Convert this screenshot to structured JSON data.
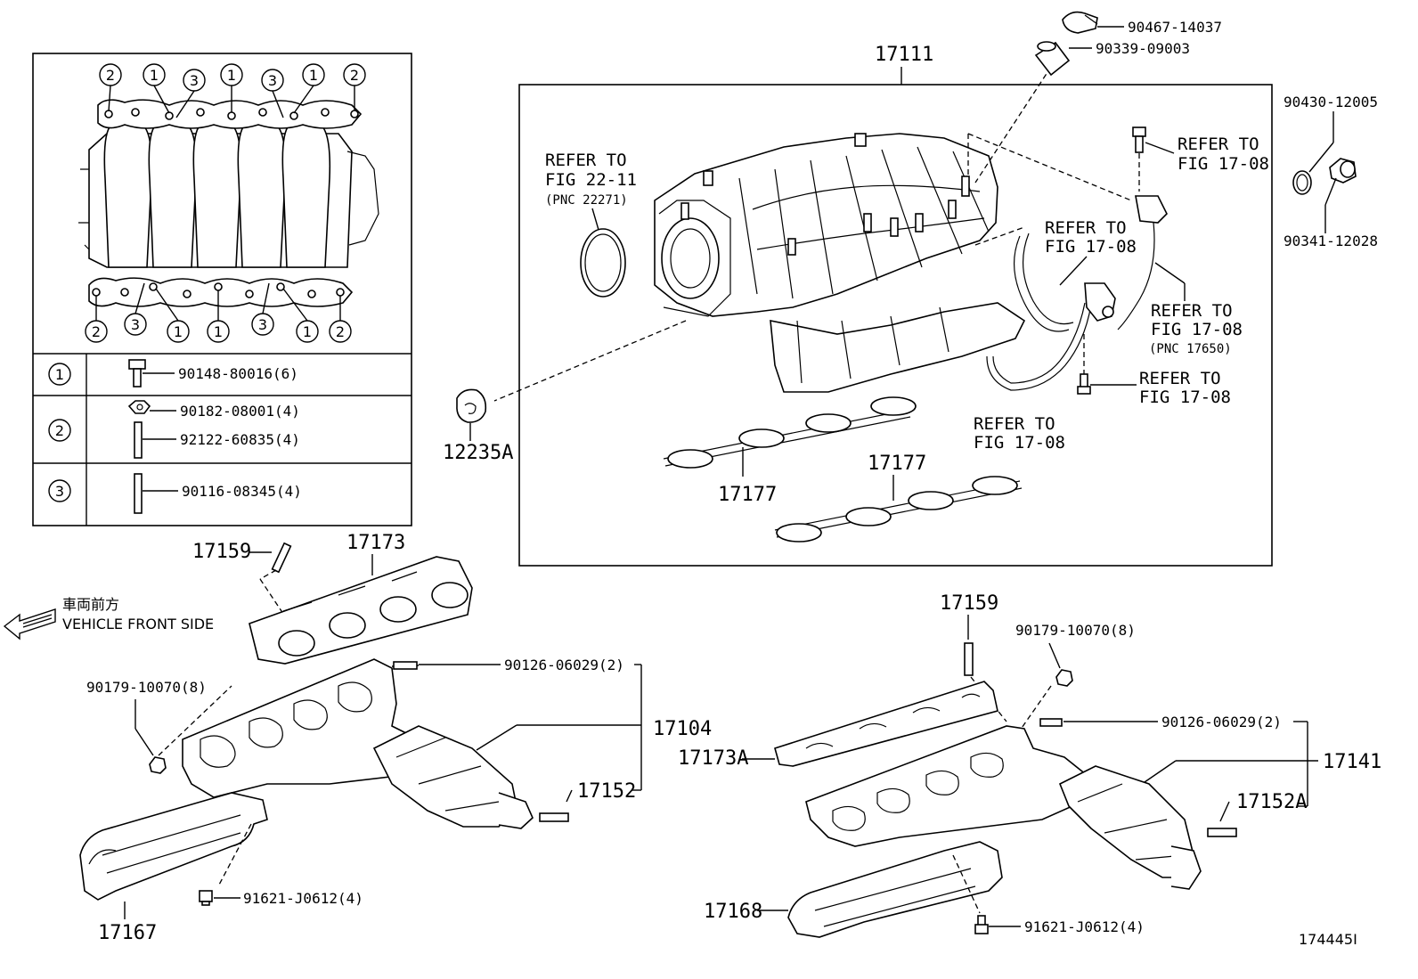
{
  "legend": {
    "rows": [
      {
        "num": "1",
        "parts": [
          "90148-80016(6)"
        ]
      },
      {
        "num": "2",
        "parts": [
          "90182-08001(4)",
          "92122-60835(4)"
        ]
      },
      {
        "num": "3",
        "parts": [
          "90116-08345(4)"
        ]
      }
    ],
    "top_callouts": [
      "2",
      "1",
      "3",
      "1",
      "3",
      "1",
      "2"
    ],
    "bottom_callouts": [
      "2",
      "3",
      "1",
      "1",
      "3",
      "1",
      "2"
    ]
  },
  "labels": {
    "intake_manifold": "17111",
    "hose_clamp": "90467-14037",
    "hose": "90339-09003",
    "gasket_12005": "90430-12005",
    "plug_12028": "90341-12028",
    "refer_a_1": "REFER TO",
    "refer_a_2": "FIG 22-11",
    "refer_a_3": "(PNC 22271)",
    "refer_b_1": "REFER TO",
    "refer_b_2": "FIG 17-08",
    "refer_c_1": "REFER TO",
    "refer_c_2": "FIG 17-08",
    "refer_d_1": "REFER TO",
    "refer_d_2": "FIG 17-08",
    "refer_d_3": "(PNC 17650)",
    "refer_e_1": "REFER TO",
    "refer_e_2": "FIG 17-08",
    "refer_f_1": "REFER TO",
    "refer_f_2": "FIG 17-08",
    "grommet": "12235A",
    "gasket_upper": "17177",
    "gasket_lower": "17177",
    "stud_left": "17159",
    "gasket_left": "17173",
    "front_jp": "車両前方",
    "front_en": "VEHICLE FRONT SIDE",
    "nut_left": "90179-10070(8)",
    "stud_small_left": "90126-06029(2)",
    "exhaust_left": "17104",
    "stud_17152": "17152",
    "heat_ins_left": "17167",
    "bolt_left": "91621-J0612(4)",
    "stud_right": "17159",
    "nut_right": "90179-10070(8)",
    "stud_small_right": "90126-06029(2)",
    "gasket_right": "17173A",
    "exhaust_right": "17141",
    "stud_17152a": "17152A",
    "heat_ins_right": "17168",
    "bolt_right": "91621-J0612(4)",
    "fig_id": "174445I"
  }
}
